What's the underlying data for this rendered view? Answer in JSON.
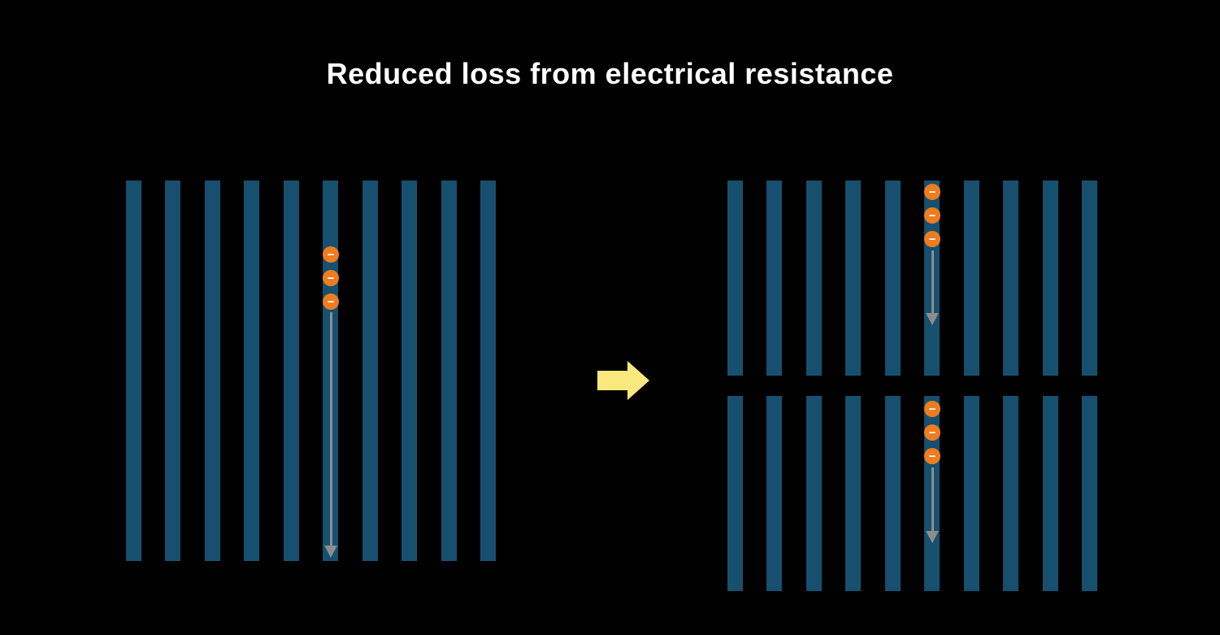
{
  "title": "Reduced loss from electrical resistance",
  "electron_symbol": "−",
  "colors": {
    "background": "#000000",
    "bar": "#17506e",
    "electron_fill": "#ee7d1f",
    "electron_symbol_color": "#ffffff",
    "flow_arrow": "#8d8d8d",
    "transition_arrow": "#f9e87e",
    "title_text": "#ffffff"
  },
  "left_panel": {
    "bar_count": 10,
    "electron_count": 3
  },
  "right_panel": {
    "groups": [
      {
        "bar_count": 10,
        "electron_count": 3
      },
      {
        "bar_count": 10,
        "electron_count": 3
      }
    ]
  }
}
